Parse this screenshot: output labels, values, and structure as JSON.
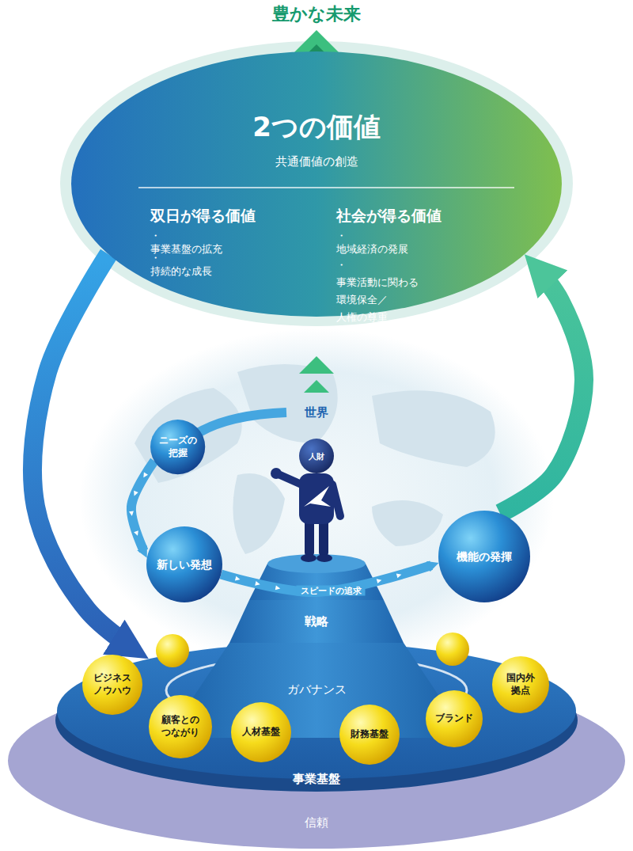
{
  "diagram": {
    "title": "豊かな未来",
    "nodes": [
      {
        "text": [
          "2つの価値",
          "共通価値の創造",
          "双日が得る価値",
          "・事業基盤の拡充",
          "・持続的な成長",
          "社会が得る価値",
          "・地域経済の発展",
          "・事業活動に関わる 環境保全／人権の尊重"
        ]
      },
      {
        "text": [
          "ニーズの 把握"
        ]
      },
      {
        "text": [
          "新しい発想"
        ]
      },
      {
        "text": [
          "機能の発揮"
        ]
      },
      {
        "text": [
          "信頼"
        ]
      },
      {
        "text": [
          "事業基盤"
        ],
        "in": 4
      },
      {
        "text": [
          "戦略"
        ],
        "in": 5
      },
      {
        "text": [
          "ガバナンス"
        ],
        "in": 5
      },
      {
        "text": [
          "ビジネス ノウハウ"
        ],
        "in": 5
      },
      {
        "text": [
          "顧客との つながり"
        ],
        "in": 5
      },
      {
        "text": [
          "人材基盤"
        ],
        "in": 5
      },
      {
        "text": [
          "財務基盤"
        ],
        "in": 5
      },
      {
        "text": [
          "ブランド"
        ],
        "in": 5
      },
      {
        "text": [
          "国内外 拠点"
        ],
        "in": 5
      }
    ],
    "edges": [
      {
        "from": 0,
        "to": 5,
        "arrow": "to"
      },
      {
        "from": 3,
        "to": 0,
        "arrow": "to"
      },
      {
        "from": 1,
        "to": 2,
        "arrow": "to"
      },
      {
        "from": 2,
        "to": 3,
        "arrow": "to",
        "label": "スピードの追求"
      }
    ],
    "labels": [
      "世界",
      "人財"
    ]
  }
}
